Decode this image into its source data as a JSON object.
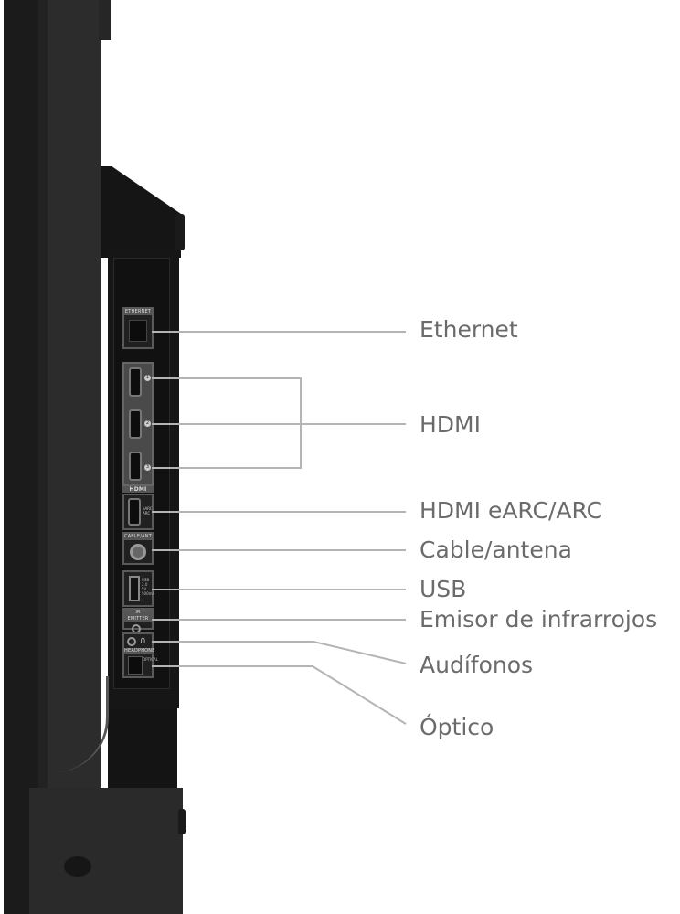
{
  "diagram": {
    "subject": "TV side view with connection ports",
    "line_color": "#b4b4b4",
    "label_color": "#6b6b6b",
    "ports_panel_tags": {
      "ethernet": "ETHERNET",
      "hdmi_logo": "HDMI",
      "hdmi_numbers": [
        "1",
        "2",
        "3"
      ],
      "earc": "eARC ARC",
      "cable": "CABLE/ANT",
      "usb": "USB 2.0 5V 500mA",
      "ir": "IR EMITTER",
      "headphone": "HEADPHONE",
      "optical": "OPTICAL"
    },
    "labels": [
      {
        "id": "ethernet",
        "text": "Ethernet"
      },
      {
        "id": "hdmi",
        "text": "HDMI"
      },
      {
        "id": "hdmi-earc",
        "text": "HDMI eARC/ARC"
      },
      {
        "id": "cable",
        "text": "Cable/antena"
      },
      {
        "id": "usb",
        "text": "USB"
      },
      {
        "id": "ir",
        "text": "Emisor de infrarrojos"
      },
      {
        "id": "headphones",
        "text": "Audífonos"
      },
      {
        "id": "optical",
        "text": "Óptico"
      }
    ]
  }
}
